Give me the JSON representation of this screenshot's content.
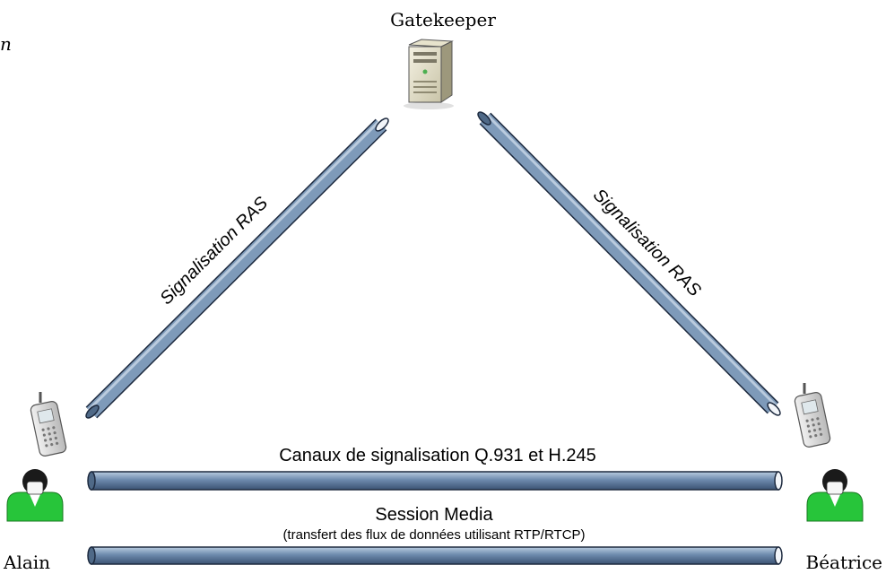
{
  "diagram": {
    "nodes": {
      "gatekeeper": {
        "label": "Gatekeeper",
        "icon": "server-icon"
      },
      "alain": {
        "label": "Alain",
        "icons": [
          "mobile-phone-icon",
          "user-icon"
        ]
      },
      "beatrice": {
        "label": "Béatrice",
        "icons": [
          "mobile-phone-icon",
          "user-icon"
        ]
      }
    },
    "edges": {
      "ras_left": {
        "label": "Signalisation RAS",
        "from": "alain",
        "to": "gatekeeper"
      },
      "ras_right": {
        "label": "Signalisation RAS",
        "from": "gatekeeper",
        "to": "beatrice"
      },
      "signaling": {
        "label": "Canaux de signalisation Q.931 et H.245",
        "from": "alain",
        "to": "beatrice"
      },
      "media": {
        "label": "Session Media",
        "sublabel": "(transfert des flux de données utilisant RTP/RTCP)",
        "from": "alain",
        "to": "beatrice"
      }
    },
    "edge_corner_text": "n",
    "colors": {
      "pipe_fill": "#7e9ab9",
      "pipe_stroke": "#1d2a3f",
      "person_shirt": "#27c53a",
      "person_head": "#1a1a1a",
      "text": "#000000"
    }
  }
}
